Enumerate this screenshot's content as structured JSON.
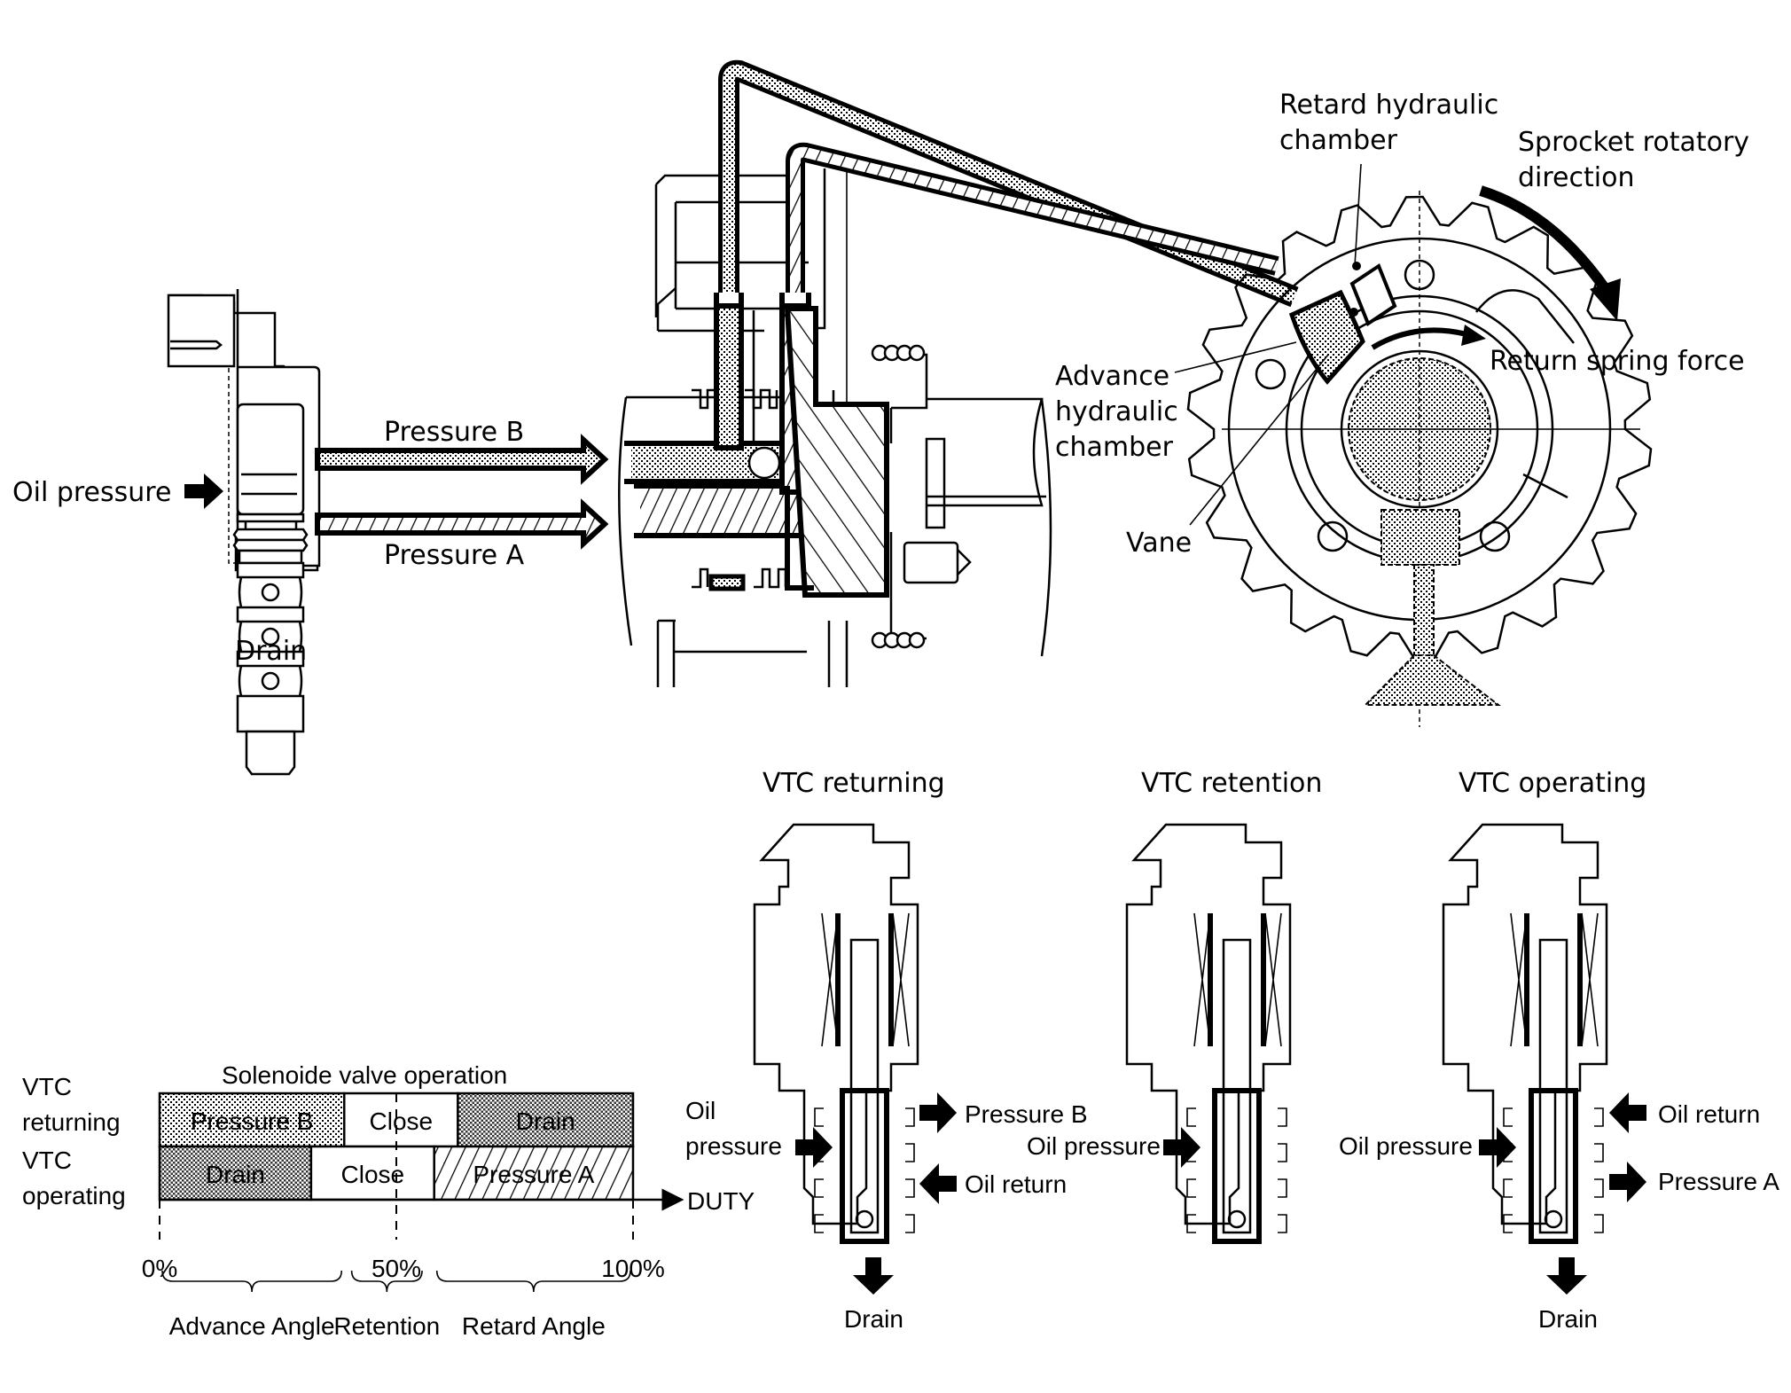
{
  "figure": {
    "left_solenoid": {
      "oil_pressure_label": "Oil pressure",
      "drain_label": "Drain"
    },
    "flow_arrows": {
      "pressure_b_label": "Pressure B",
      "pressure_a_label": "Pressure A"
    },
    "sprocket": {
      "retard_chamber_label_line1": "Retard hydraulic",
      "retard_chamber_label_line2": "chamber",
      "rotation_label_line1": "Sprocket rotatory",
      "rotation_label_line2": "direction",
      "return_spring_label": "Return spring force",
      "advance_chamber_label_line1": "Advance",
      "advance_chamber_label_line2": "hydraulic",
      "advance_chamber_label_line3": "chamber",
      "vane_label": "Vane"
    },
    "states": [
      {
        "title": "VTC returning",
        "oil_pressure_label_line1": "Oil",
        "oil_pressure_label_line2": "pressure",
        "right_out_label": "Pressure B",
        "right_in_label": "Oil return",
        "drain_label": "Drain"
      },
      {
        "title": "VTC retention",
        "oil_pressure_label": "Oil pressure"
      },
      {
        "title": "VTC operating",
        "oil_pressure_label": "Oil pressure",
        "right_in_label": "Oil return",
        "right_out_label": "Pressure A",
        "drain_label": "Drain"
      }
    ]
  },
  "chart_data": {
    "type": "bar",
    "orientation": "horizontal-stacked",
    "title": "Solenoide valve operation",
    "xlabel": "DUTY",
    "x_unit": "%",
    "xlim": [
      0,
      100
    ],
    "x_ticks": [
      "0%",
      "50%",
      "100%"
    ],
    "x_tick_values": [
      0,
      50,
      100
    ],
    "row_labels": [
      {
        "line1": "VTC",
        "line2": "returning"
      },
      {
        "line1": "VTC",
        "line2": "operating"
      }
    ],
    "series": [
      {
        "name": "VTC returning",
        "segments": [
          {
            "label": "Pressure B",
            "start": 0,
            "end": 39,
            "pattern": "light-dots"
          },
          {
            "label": "Close",
            "start": 39,
            "end": 63,
            "pattern": "none"
          },
          {
            "label": "Drain",
            "start": 63,
            "end": 100,
            "pattern": "dark-check"
          }
        ]
      },
      {
        "name": "VTC operating",
        "segments": [
          {
            "label": "Drain",
            "start": 0,
            "end": 32,
            "pattern": "dark-check"
          },
          {
            "label": "Close",
            "start": 32,
            "end": 58,
            "pattern": "none"
          },
          {
            "label": "Pressure A",
            "start": 58,
            "end": 100,
            "pattern": "hatch"
          }
        ]
      }
    ],
    "ranges": [
      {
        "label": "Advance Angle",
        "start": 0,
        "end": 39
      },
      {
        "label": "Retention",
        "start": 40,
        "end": 56
      },
      {
        "label": "Retard Angle",
        "start": 58,
        "end": 100
      }
    ]
  }
}
